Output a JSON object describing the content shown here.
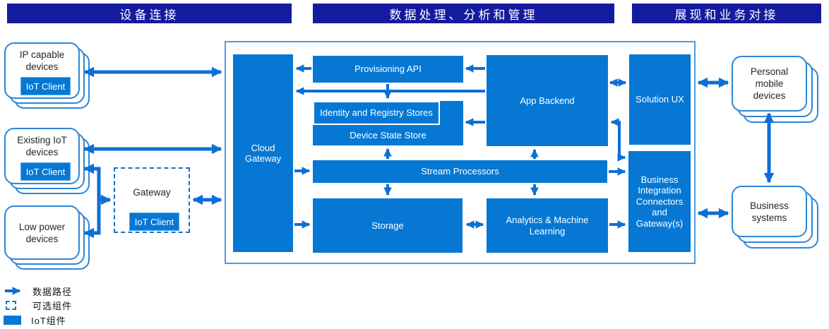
{
  "sections": {
    "device_connection": "设备连接",
    "data_processing": "数据处理、分析和管理",
    "presentation": "展现和业务对接"
  },
  "devices": {
    "ip_capable": {
      "label": "IP capable devices",
      "client_label": "IoT Client"
    },
    "existing_iot": {
      "label": "Existing IoT devices",
      "client_label": "IoT Client"
    },
    "low_power": {
      "label": "Low power devices"
    },
    "gateway": {
      "label": "Gateway",
      "client_label": "IoT Client"
    },
    "personal_mobile": {
      "label": "Personal mobile devices"
    },
    "business_systems": {
      "label": "Business systems"
    }
  },
  "cloud": {
    "cloud_gateway": "Cloud Gateway",
    "provisioning_api": "Provisioning API",
    "identity_stores": "Identity and Registry Stores",
    "device_state_store": "Device State Store",
    "app_backend": "App Backend",
    "solution_ux": "Solution UX",
    "stream_processors": "Stream Processors",
    "storage": "Storage",
    "analytics": "Analytics & Machine Learning",
    "business_integration": "Business Integration Connectors and Gateway(s)"
  },
  "legend": {
    "data_path": "数据路径",
    "optional_component": "可选组件",
    "iot_component": "IoT组件"
  },
  "colors": {
    "header_bg": "#151b9e",
    "box_blue": "#0678d4",
    "arrow_blue": "#0d6fd6",
    "device_border": "#2e86d8",
    "container_border": "#4f9bdd"
  }
}
